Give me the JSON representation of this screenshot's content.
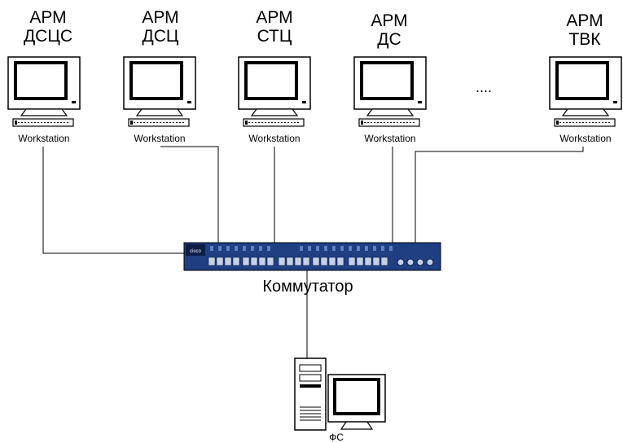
{
  "workstations": [
    {
      "line1": "АРМ",
      "line2": "ДСЦС",
      "caption": "Workstation"
    },
    {
      "line1": "АРМ",
      "line2": "ДСЦ",
      "caption": "Workstation"
    },
    {
      "line1": "АРМ",
      "line2": "СТЦ",
      "caption": "Workstation"
    },
    {
      "line1": "АРМ",
      "line2": "ДС",
      "caption": "Workstation"
    },
    {
      "line1": "АРМ",
      "line2": "ТВК",
      "caption": "Workstation"
    }
  ],
  "ellipsis": "....",
  "switch": {
    "caption": "Коммутатор"
  },
  "server": {
    "caption": "ФС"
  }
}
